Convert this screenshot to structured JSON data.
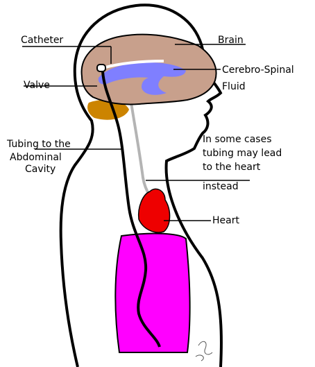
{
  "labels": {
    "catheter": "Catheter",
    "brain": "Brain",
    "csf_line1": "Cerebro-Spinal",
    "csf_line2": "Fluid",
    "valve": "Valve",
    "tubing_line1": "Tubing to the",
    "tubing_line2": "Abdominal",
    "tubing_line3": "Cavity",
    "alt_line1": "In some cases",
    "alt_line2": "tubing may lead",
    "alt_line3": "to the heart",
    "alt_line4": "instead",
    "heart": "Heart"
  },
  "colors": {
    "outline": "#000000",
    "brain": "#c8a08c",
    "ventricle": "#7f7fff",
    "cerebellum": "#cc8400",
    "heart": "#ee0000",
    "abdomen": "#ff00ff",
    "alt_tube": "#b4b4b4"
  }
}
